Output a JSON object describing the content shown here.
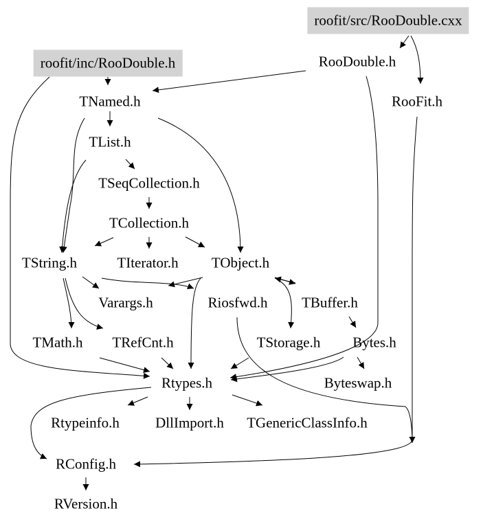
{
  "nodes": [
    {
      "id": "cxx",
      "label": "roofit/src/RooDouble.cxx",
      "highlight": true
    },
    {
      "id": "inc",
      "label": "roofit/inc/RooDouble.h",
      "highlight": true
    },
    {
      "id": "RooDouble",
      "label": "RooDouble.h"
    },
    {
      "id": "RooFit",
      "label": "RooFit.h"
    },
    {
      "id": "TNamed",
      "label": "TNamed.h"
    },
    {
      "id": "TList",
      "label": "TList.h"
    },
    {
      "id": "TSeqCollection",
      "label": "TSeqCollection.h"
    },
    {
      "id": "TCollection",
      "label": "TCollection.h"
    },
    {
      "id": "TString",
      "label": "TString.h"
    },
    {
      "id": "TIterator",
      "label": "TIterator.h"
    },
    {
      "id": "TObject",
      "label": "TObject.h"
    },
    {
      "id": "Varargs",
      "label": "Varargs.h"
    },
    {
      "id": "Riosfwd",
      "label": "Riosfwd.h"
    },
    {
      "id": "TBuffer",
      "label": "TBuffer.h"
    },
    {
      "id": "TMath",
      "label": "TMath.h"
    },
    {
      "id": "TRefCnt",
      "label": "TRefCnt.h"
    },
    {
      "id": "TStorage",
      "label": "TStorage.h"
    },
    {
      "id": "Bytes",
      "label": "Bytes.h"
    },
    {
      "id": "Rtypes",
      "label": "Rtypes.h"
    },
    {
      "id": "Byteswap",
      "label": "Byteswap.h"
    },
    {
      "id": "Rtypeinfo",
      "label": "Rtypeinfo.h"
    },
    {
      "id": "DllImport",
      "label": "DllImport.h"
    },
    {
      "id": "TGenericClassInfo",
      "label": "TGenericClassInfo.h"
    },
    {
      "id": "RConfig",
      "label": "RConfig.h"
    },
    {
      "id": "RVersion",
      "label": "RVersion.h"
    }
  ],
  "edges": [
    {
      "from": "cxx",
      "to": "RooDouble"
    },
    {
      "from": "cxx",
      "to": "RooFit"
    },
    {
      "from": "RooDouble",
      "to": "TNamed"
    },
    {
      "from": "inc",
      "to": "TNamed"
    },
    {
      "from": "inc",
      "to": "Rtypes"
    },
    {
      "from": "RooDouble",
      "to": "Rtypes"
    },
    {
      "from": "RooFit",
      "to": "RConfig"
    },
    {
      "from": "TNamed",
      "to": "TList"
    },
    {
      "from": "TNamed",
      "to": "TString"
    },
    {
      "from": "TNamed",
      "to": "TObject"
    },
    {
      "from": "TList",
      "to": "TSeqCollection"
    },
    {
      "from": "TList",
      "to": "TString"
    },
    {
      "from": "TSeqCollection",
      "to": "TCollection"
    },
    {
      "from": "TCollection",
      "to": "TString"
    },
    {
      "from": "TCollection",
      "to": "TIterator"
    },
    {
      "from": "TCollection",
      "to": "TObject"
    },
    {
      "from": "TString",
      "to": "Varargs"
    },
    {
      "from": "TString",
      "to": "TRefCnt"
    },
    {
      "from": "TString",
      "to": "TMath"
    },
    {
      "from": "TString",
      "to": "Riosfwd"
    },
    {
      "from": "TObject",
      "to": "Varargs"
    },
    {
      "from": "TObject",
      "to": "Rtypes"
    },
    {
      "from": "TObject",
      "to": "TBuffer"
    },
    {
      "from": "TBuffer",
      "to": "TObject"
    },
    {
      "from": "TObject",
      "to": "TStorage"
    },
    {
      "from": "TBuffer",
      "to": "Bytes"
    },
    {
      "from": "Riosfwd",
      "to": "RConfig"
    },
    {
      "from": "TMath",
      "to": "Rtypes"
    },
    {
      "from": "TRefCnt",
      "to": "Rtypes"
    },
    {
      "from": "TStorage",
      "to": "Rtypes"
    },
    {
      "from": "Bytes",
      "to": "Rtypes"
    },
    {
      "from": "Bytes",
      "to": "Byteswap"
    },
    {
      "from": "Rtypes",
      "to": "Rtypeinfo"
    },
    {
      "from": "Rtypes",
      "to": "DllImport"
    },
    {
      "from": "Rtypes",
      "to": "TGenericClassInfo"
    },
    {
      "from": "Rtypes",
      "to": "RConfig"
    },
    {
      "from": "RConfig",
      "to": "RVersion"
    }
  ],
  "colors": {
    "highlight_fill": "#d3d3d3",
    "edge": "#000000"
  }
}
